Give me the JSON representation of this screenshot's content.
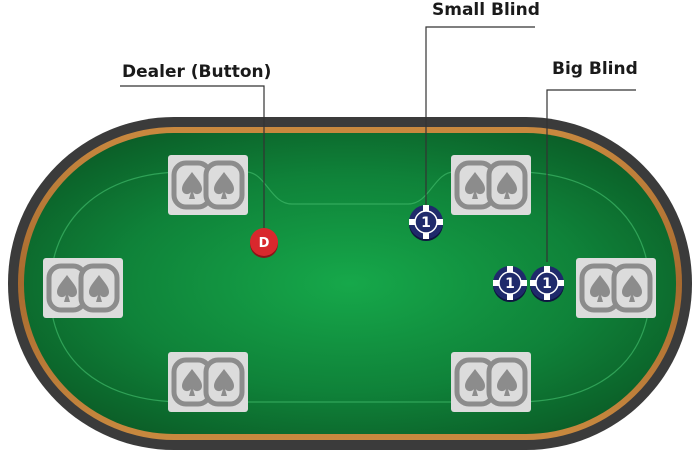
{
  "labels": {
    "dealer": "Dealer (Button)",
    "small_blind": "Small Blind",
    "big_blind": "Big Blind"
  },
  "dealer_button": {
    "letter": "D"
  },
  "chips": {
    "small_blind_value": "1",
    "big_blind_values": [
      "1",
      "1"
    ]
  },
  "colors": {
    "felt_center": "#16a84a",
    "felt_edge": "#0d5a24",
    "rail_outer": "#3b3b3b",
    "rail_wood": "#b0743a",
    "seat_fill": "#dcdcdc",
    "seat_icon": "#8c8c8c",
    "chip_blue": "#1f2a6b",
    "dealer_red": "#d8282d"
  },
  "icons": {
    "seat": "hole-cards-spade-icon",
    "dealer": "dealer-button-icon",
    "chip": "poker-chip-icon"
  }
}
